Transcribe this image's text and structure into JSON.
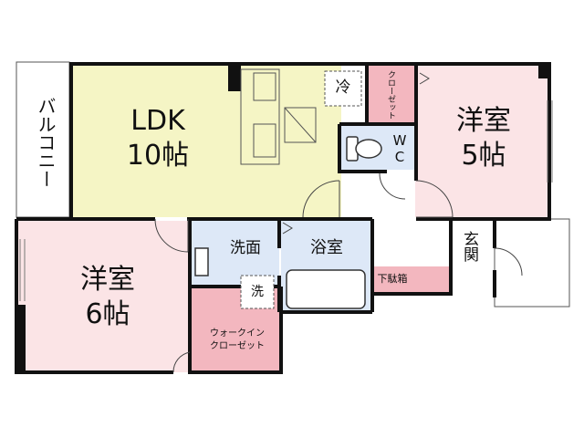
{
  "rooms": {
    "ldk": {
      "name": "LDK",
      "size": "10帖"
    },
    "western_5": {
      "name": "洋室",
      "size": "5帖"
    },
    "western_6": {
      "name": "洋室",
      "size": "6帖"
    },
    "balcony": "バルコニー",
    "wc": "WC",
    "washroom": "洗面",
    "bathroom": "浴室",
    "entrance": "玄関",
    "shoe_box": "下駄箱",
    "closet": "クローゼット",
    "walk_in_closet": {
      "line1": "ウォークイン",
      "line2": "クローゼット"
    },
    "fridge_mark": "冷",
    "washer_mark": "洗"
  },
  "colors": {
    "ldk": "#f5f5c5",
    "western": "#fbe4e6",
    "wet_area": "#dde8f7",
    "closet": "#f3b7bf",
    "wall": "#111111"
  }
}
